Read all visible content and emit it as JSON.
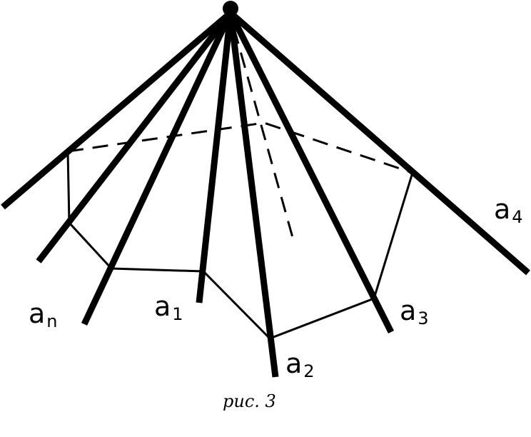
{
  "figure": {
    "caption": "рис. 3",
    "edge_labels": [
      {
        "id": "an",
        "base": "a",
        "sub": "n"
      },
      {
        "id": "a1",
        "base": "a",
        "sub": "1"
      },
      {
        "id": "a2",
        "base": "a",
        "sub": "2"
      },
      {
        "id": "a3",
        "base": "a",
        "sub": "3"
      },
      {
        "id": "a4",
        "base": "a",
        "sub": "4"
      }
    ],
    "colors": {
      "ink": "#000000",
      "background": "#ffffff"
    }
  }
}
